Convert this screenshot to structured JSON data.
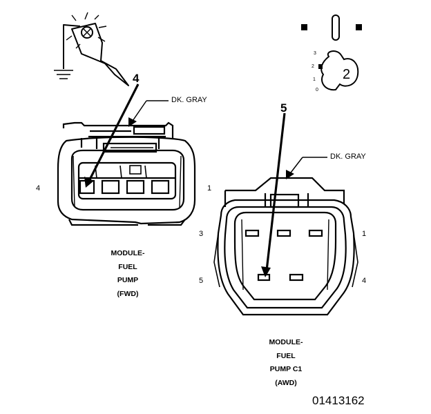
{
  "callouts": {
    "n4": "4",
    "n5": "5"
  },
  "dial_inset": {
    "scale": [
      "3",
      "2",
      "1",
      "0"
    ],
    "reading": "2"
  },
  "fwd_connector": {
    "wire_color": "DK. GRAY",
    "pin_left": "4",
    "pin_right": "1",
    "title": [
      "MODULE-",
      "FUEL",
      "PUMP",
      "(FWD)"
    ]
  },
  "awd_connector": {
    "wire_color": "DK. GRAY",
    "pins": [
      "3",
      "1",
      "5",
      "4"
    ],
    "title": [
      "MODULE-",
      "FUEL",
      "PUMP C1",
      "(AWD)"
    ]
  },
  "figure_id": "01413162"
}
